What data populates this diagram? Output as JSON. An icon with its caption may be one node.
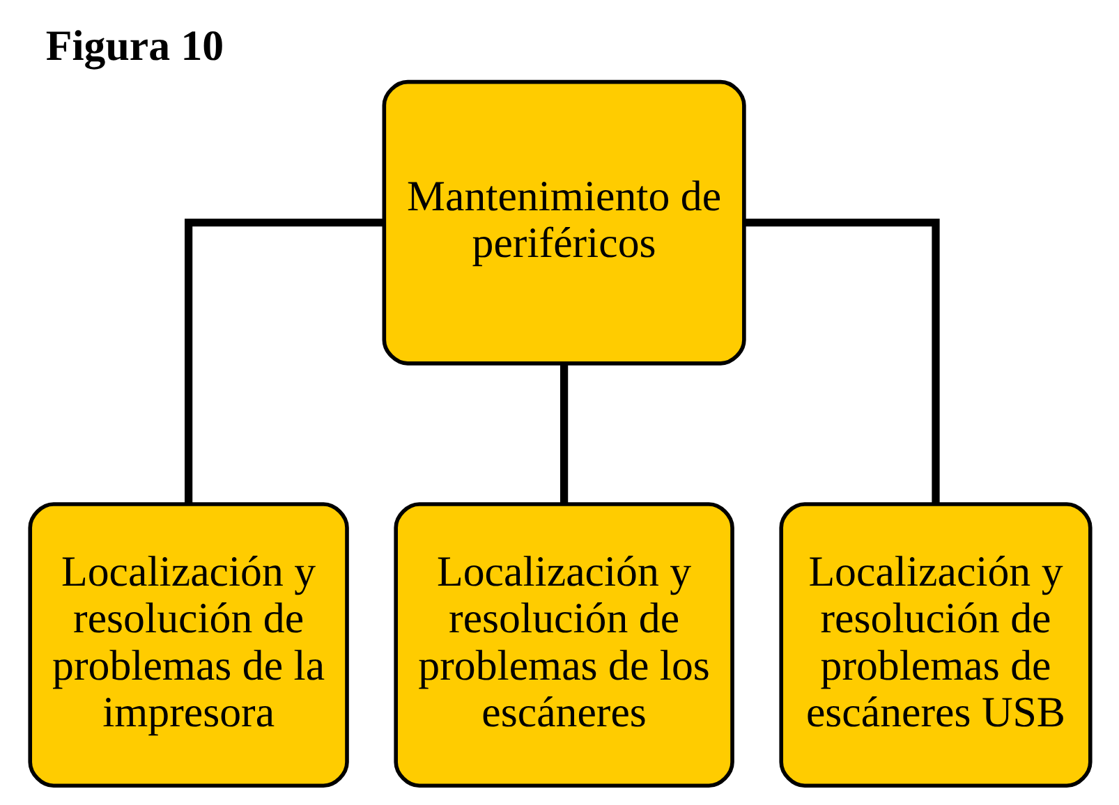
{
  "diagram": {
    "title": "Figura 10",
    "nodes": [
      {
        "text": [
          "Mantenimiento de periféricos"
        ]
      },
      {
        "text": [
          "Localización y resolución de problemas de la impresora"
        ]
      },
      {
        "text": [
          "Localización y resolución de problemas de los escáneres"
        ]
      },
      {
        "text": [
          "Localización y resolución de problemas de escáneres USB"
        ]
      }
    ],
    "edges": [
      {
        "from": 0,
        "to": 1,
        "arrow": "none"
      },
      {
        "from": 0,
        "to": 2,
        "arrow": "none"
      },
      {
        "from": 0,
        "to": 3,
        "arrow": "none"
      }
    ]
  }
}
